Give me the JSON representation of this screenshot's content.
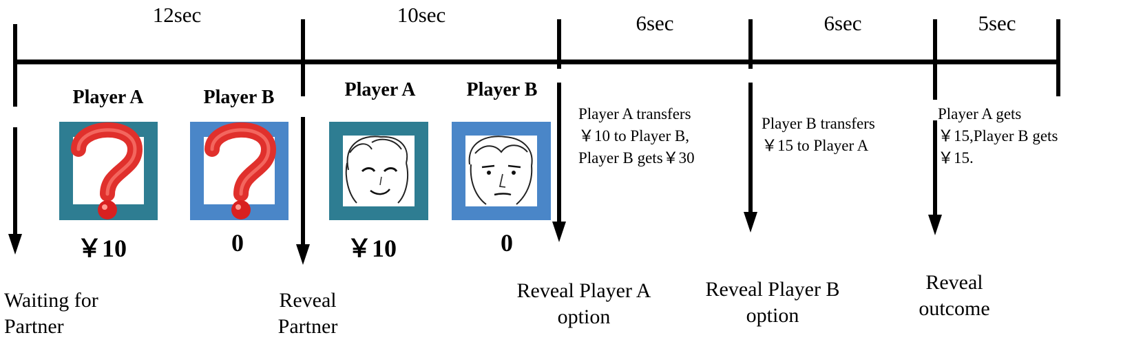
{
  "phases": [
    {
      "duration": "12sec"
    },
    {
      "duration": "10sec"
    },
    {
      "duration": "6sec"
    },
    {
      "duration": "6sec"
    },
    {
      "duration": "5sec"
    }
  ],
  "waiting": {
    "player_a": {
      "label": "Player A",
      "amount": "￥10",
      "image": "question-mark-icon"
    },
    "player_b": {
      "label": "Player B",
      "amount": "0",
      "image": "question-mark-icon"
    }
  },
  "revealed": {
    "player_a": {
      "label": "Player A",
      "amount": "￥10",
      "image": "smiling-face-icon"
    },
    "player_b": {
      "label": "Player B",
      "amount": "0",
      "image": "neutral-face-icon"
    }
  },
  "events": {
    "waiting_for_partner": "Waiting for\nPartner",
    "reveal_partner": "Reveal\nPartner",
    "reveal_player_a_option": "Reveal Player A\noption",
    "reveal_player_b_option": "Reveal Player B\noption",
    "reveal_outcome": "Reveal\noutcome"
  },
  "notes": {
    "player_a_transfer": "Player A transfers\n￥10 to Player B,\nPlayer B gets￥30",
    "player_b_transfer": "Player B transfers\n￥15 to Player A",
    "outcome": "Player A gets\n￥15,Player B gets\n￥15."
  },
  "colors": {
    "frame_dark": "#2e7d92",
    "frame_light": "#4a86c8",
    "question_mark": "#e0302c",
    "timeline": "#000000"
  }
}
